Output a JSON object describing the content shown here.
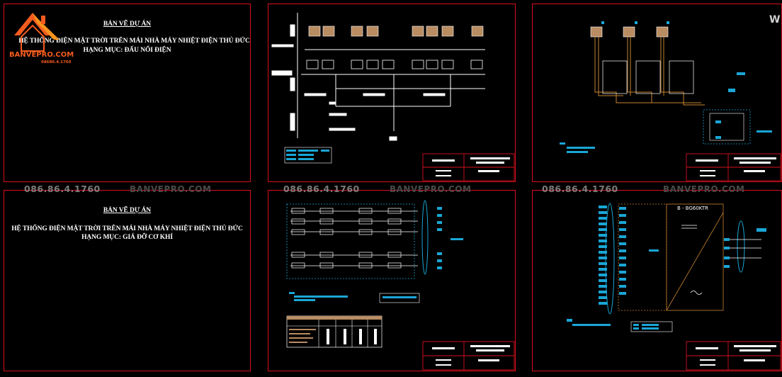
{
  "logo": {
    "name": "BANVEPRO.COM",
    "phone": "08686.4.1760"
  },
  "sheet1": {
    "title": "BẢN VẼ DỰ ÁN",
    "line1": "HỆ THỐNG ĐIỆN MẶT TRỜI TRÊN MÁI NHÀ MÁY NHIỆT ĐIỆN THỦ ĐỨC",
    "line2": "HẠNG MỤC: ĐẤU NỐI ĐIỆN"
  },
  "sheet4": {
    "title": "BẢN VẼ DỰ ÁN",
    "line1": "HỆ THỐNG ĐIỆN MẶT TRỜI TRÊN MÁI NHÀ MÁY NHIỆT ĐIỆN THỦ ĐỨC",
    "line2": "HẠNG MỤC: GIÁ ĐỠ CƠ KHÍ"
  },
  "watermarks": {
    "phone": "086.86.4.1760",
    "site": "BANVEPRO.COM",
    "corner": "W"
  },
  "inverter_label": "B - BG60KTR",
  "colors": {
    "sheet_border": "#d8101e",
    "cyan": "#1aa6d6",
    "orange_wire": "#c8832f",
    "logo_orange": "#f35b1f"
  }
}
